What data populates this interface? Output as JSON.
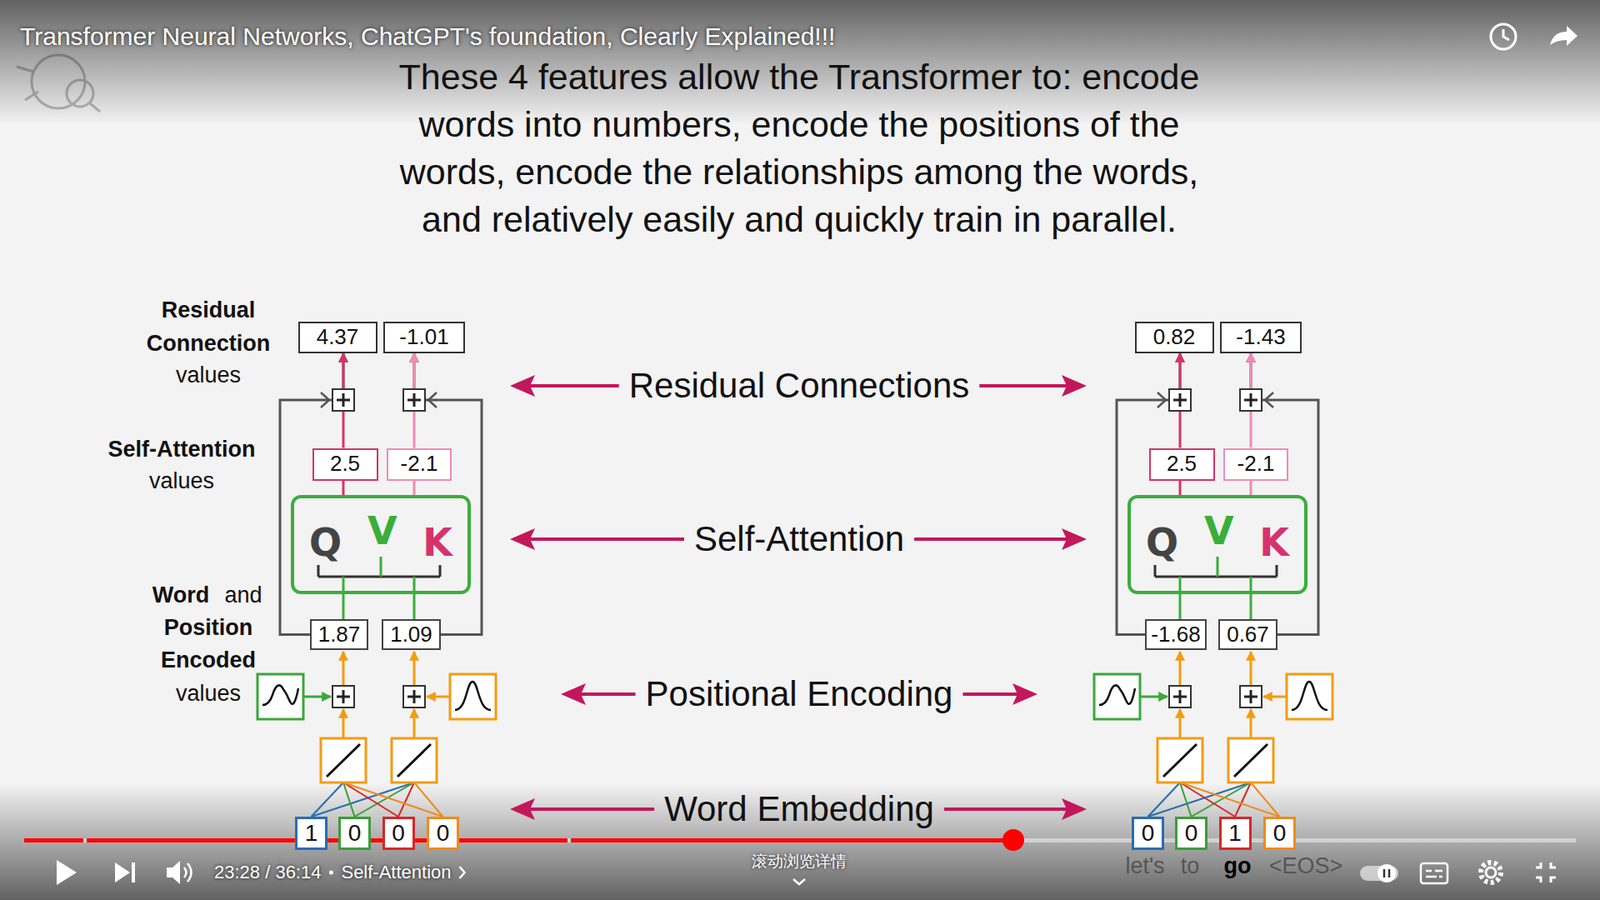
{
  "diagram": {
    "title": "These 4 features allow the Transformer to: encode words into numbers, encode the positions of the words, encode the relationships among the words, and relatively easily and quickly train in parallel.",
    "nodes": [
      {
        "text": [
          "4.37"
        ]
      },
      {
        "text": [
          "-1.01"
        ]
      },
      {
        "text": [
          "2.5"
        ]
      },
      {
        "text": [
          "-2.1"
        ]
      },
      {
        "text": [
          "Q",
          "V",
          "K"
        ]
      },
      {
        "text": [
          "1.87"
        ]
      },
      {
        "text": [
          "1.09"
        ]
      },
      {
        "text": [
          "1"
        ]
      },
      {
        "text": [
          "0"
        ]
      },
      {
        "text": [
          "0"
        ]
      },
      {
        "text": [
          "0"
        ]
      },
      {
        "text": [
          "0.82"
        ]
      },
      {
        "text": [
          "-1.43"
        ]
      },
      {
        "text": [
          "2.5"
        ]
      },
      {
        "text": [
          "-2.1"
        ]
      },
      {
        "text": [
          "Q",
          "V",
          "K"
        ]
      },
      {
        "text": [
          "-1.68"
        ]
      },
      {
        "text": [
          "0.67"
        ]
      },
      {
        "text": [
          "0"
        ]
      },
      {
        "text": [
          "0"
        ]
      },
      {
        "text": [
          "1"
        ]
      },
      {
        "text": [
          "0"
        ]
      }
    ],
    "edges": [
      {
        "from": 5,
        "to": 0,
        "arrow": "to"
      },
      {
        "from": 6,
        "to": 1,
        "arrow": "to"
      },
      {
        "from": 5,
        "to": 4,
        "arrow": "none"
      },
      {
        "from": 6,
        "to": 4,
        "arrow": "none"
      },
      {
        "from": 4,
        "to": 2,
        "arrow": "none"
      },
      {
        "from": 4,
        "to": 3,
        "arrow": "none"
      },
      {
        "from": 2,
        "to": 0,
        "arrow": "to"
      },
      {
        "from": 3,
        "to": 1,
        "arrow": "to"
      },
      {
        "from": 16,
        "to": 11,
        "arrow": "to"
      },
      {
        "from": 17,
        "to": 12,
        "arrow": "to"
      },
      {
        "from": 16,
        "to": 15,
        "arrow": "none"
      },
      {
        "from": 17,
        "to": 15,
        "arrow": "none"
      },
      {
        "from": 15,
        "to": 13,
        "arrow": "none"
      },
      {
        "from": 15,
        "to": 14,
        "arrow": "none"
      },
      {
        "from": 13,
        "to": 11,
        "arrow": "to"
      },
      {
        "from": 14,
        "to": 12,
        "arrow": "to"
      }
    ],
    "labels": [
      "Transformer Neural Networks, ChatGPT's foundation, Clearly Explained!!!",
      "Residual Connection",
      "values",
      "Self-Attention",
      "values",
      "Word",
      "and",
      "Position Encoded",
      "values",
      "Residual Connections",
      "Self-Attention",
      "Positional Encoding",
      "Word Embedding",
      "let's",
      "to",
      "go",
      "<EOS>",
      "23:28 / 36:14",
      "Self-Attention",
      "滚动浏览详情"
    ]
  }
}
